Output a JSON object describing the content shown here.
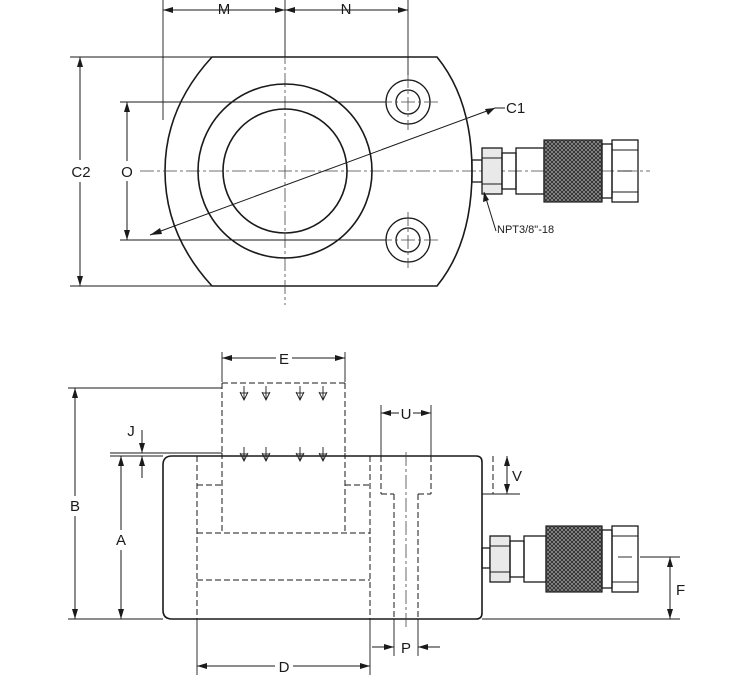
{
  "labels": {
    "M": "M",
    "N": "N",
    "C1": "C1",
    "C2": "C2",
    "O": "O",
    "thread": "NPT3/8\"-18",
    "E": "E",
    "U": "U",
    "J": "J",
    "V": "V",
    "B": "B",
    "A": "A",
    "F": "F",
    "P": "P",
    "D": "D"
  },
  "colors": {
    "line": "#1a1a1a",
    "background": "#ffffff",
    "knurl": "#3a3a3a"
  }
}
